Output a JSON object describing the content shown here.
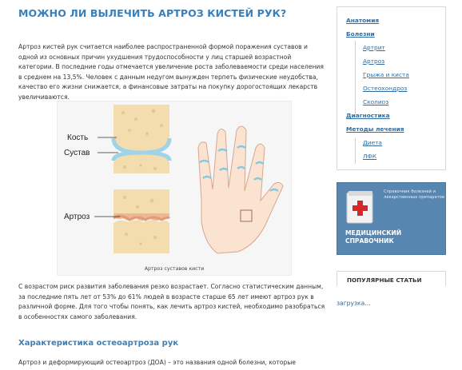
{
  "article": {
    "title": "МОЖНО ЛИ ВЫЛЕЧИТЬ АРТРОЗ КИСТЕЙ РУК?",
    "intro": "Артроз кистей рук считается наиболее распространенной формой поражения суставов и одной из основных причин ухудшения трудоспособности у лиц старшей возрастной категории. В последние годы отмечается увеличение роста заболеваемости среди населения в среднем на 13,5%. Человек с данным недугом вынужден терпеть физические неудобства, качество его жизни снижается, а финансовые затраты на покупку дорогостоящих лекарств увеличиваются.",
    "figure": {
      "label_bone": "Кость",
      "label_joint": "Сустав",
      "label_arthrosis": "Артроз",
      "caption": "Артроз суставов кисти"
    },
    "paragraph2": "С возрастом риск развития заболевания резко возрастает. Согласно статистическим данным, за последние пять лет от 53% до 61% людей в возрасте старше 65 лет имеют артроз рук в различной форме. Для того чтобы понять, как лечить артроз кистей, необходимо разобраться в особенностях самого заболевания.",
    "heading2": "Характеристика остеоартроза рук",
    "paragraph3": "Артроз и деформирующий остеоартроз (ДОА) – это названия одной болезни, которые"
  },
  "sidebar": {
    "items": [
      {
        "label": "Анатомия",
        "level": "main"
      },
      {
        "label": "Болезни",
        "level": "main"
      },
      {
        "label": "Артрит",
        "level": "sub"
      },
      {
        "label": "Артроз",
        "level": "sub"
      },
      {
        "label": "Грыжа и киста",
        "level": "sub"
      },
      {
        "label": "Остеохондроз",
        "level": "sub"
      },
      {
        "label": "Сколиоз",
        "level": "sub"
      },
      {
        "label": "Диагностика",
        "level": "main"
      },
      {
        "label": "Методы лечения",
        "level": "main"
      },
      {
        "label": "Диета",
        "level": "sub"
      },
      {
        "label": "ЛФК",
        "level": "sub"
      }
    ]
  },
  "banner": {
    "subtitle": "Справочник болезней и лекарственных препаратов",
    "title_line1": "МЕДИЦИНСКИЙ",
    "title_line2": "СПРАВОЧНИК",
    "icon": "medical-book-icon"
  },
  "popular": {
    "heading": "ПОПУЛЯРНЫЕ СТАТЬИ",
    "loading": "загрузка..."
  },
  "colors": {
    "accent": "#3a7fb8",
    "link": "#2d6da3",
    "banner": "#5786b0"
  }
}
